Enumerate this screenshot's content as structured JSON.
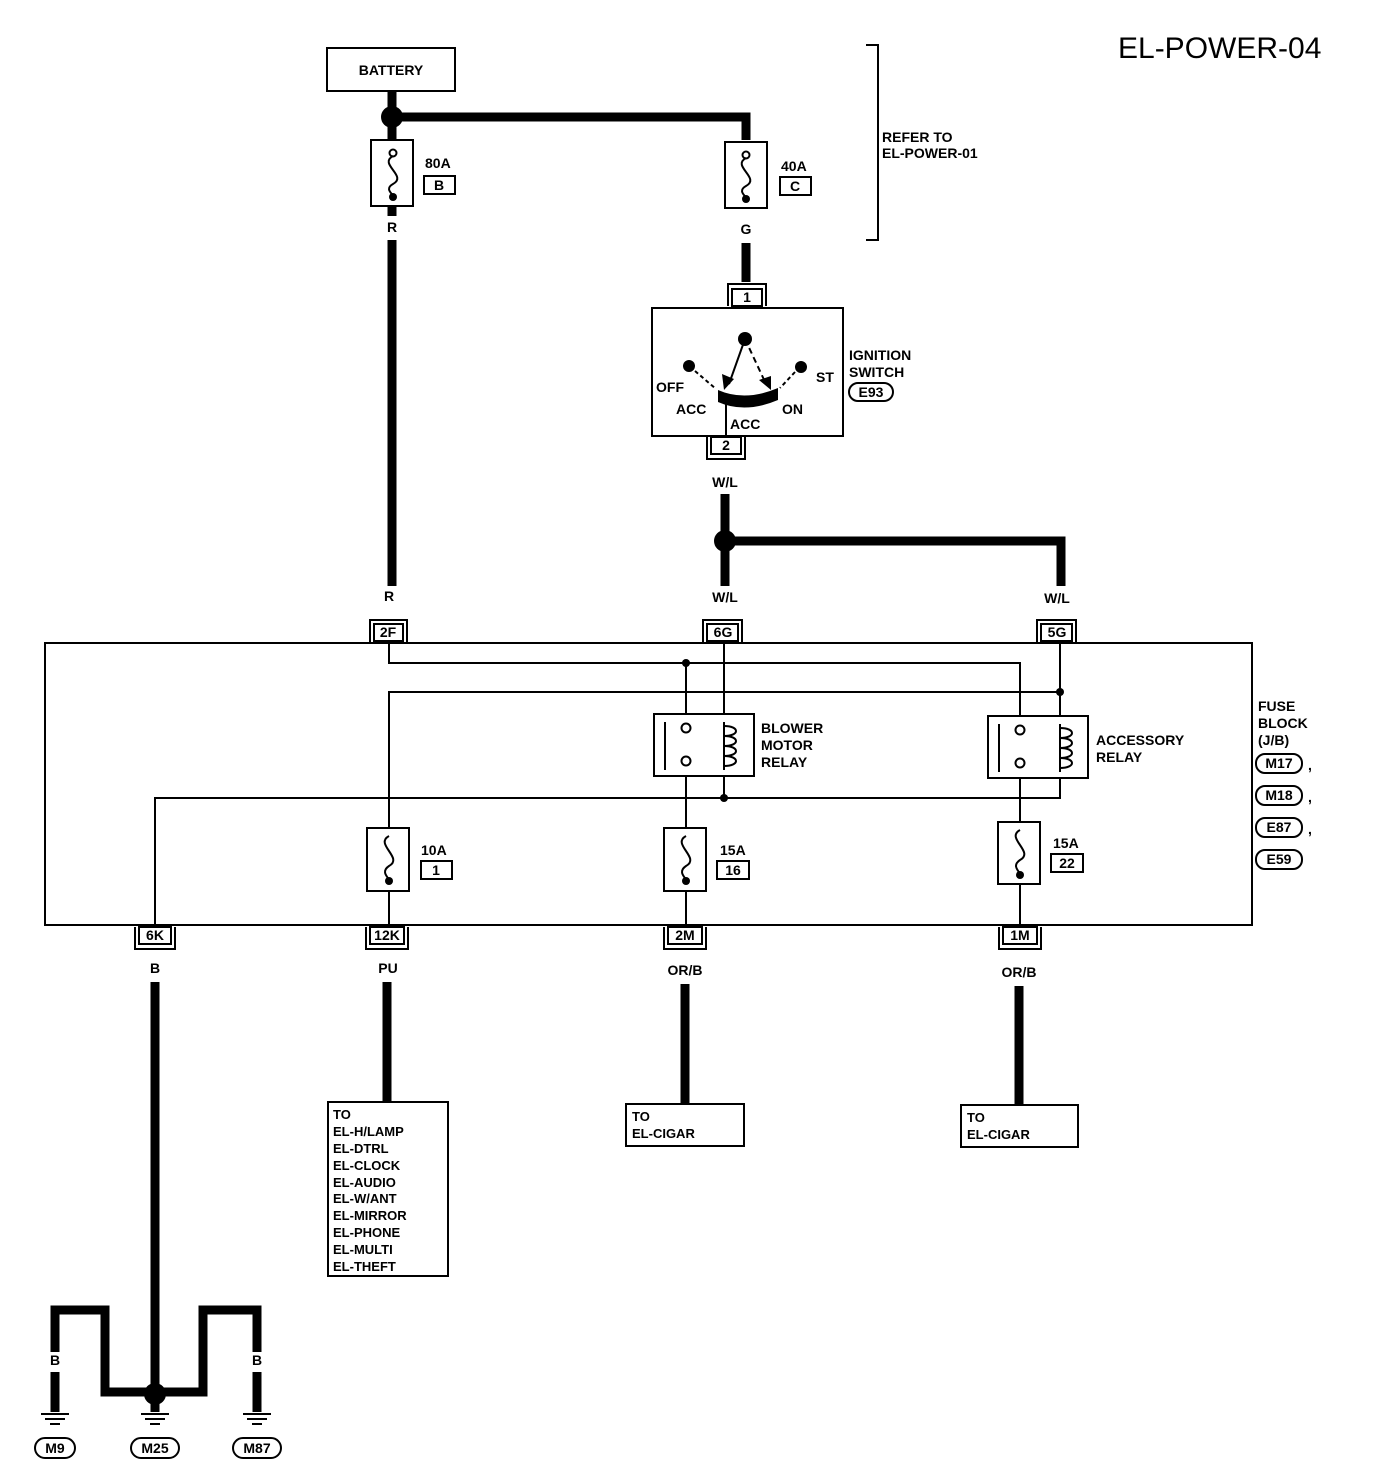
{
  "page_title": "EL-POWER-04",
  "reference": {
    "line1": "REFER TO",
    "line2": "EL-POWER-01"
  },
  "battery_label": "BATTERY",
  "fusible_links": [
    {
      "rating": "80A",
      "id": "B",
      "wire": "R"
    },
    {
      "rating": "40A",
      "id": "C",
      "wire": "G"
    }
  ],
  "ignition_switch": {
    "name_line1": "IGNITION",
    "name_line2": "SWITCH",
    "connector": "E93",
    "terminal_in": "1",
    "terminal_out": "2",
    "positions": {
      "off": "OFF",
      "acc_left": "ACC",
      "acc_bottom": "ACC",
      "on": "ON",
      "st": "ST"
    },
    "output_wire": "W/L"
  },
  "wires": {
    "r_top": "R",
    "wl_6g": "W/L",
    "wl_5g": "W/L",
    "b_6k": "B",
    "pu_12k": "PU",
    "orb_2m": "OR/B",
    "orb_1m": "OR/B"
  },
  "fuse_block": {
    "name_line1": "FUSE",
    "name_line2": "BLOCK",
    "name_line3": "(J/B)",
    "connectors": [
      "M17",
      "M18",
      "E87",
      "E59"
    ],
    "separator": ","
  },
  "terminals": {
    "t_2f": "2F",
    "t_6g": "6G",
    "t_5g": "5G",
    "t_6k": "6K",
    "t_12k": "12K",
    "t_2m": "2M",
    "t_1m": "1M"
  },
  "relays": {
    "blower": {
      "line1": "BLOWER",
      "line2": "MOTOR",
      "line3": "RELAY"
    },
    "accessory": {
      "line1": "ACCESSORY",
      "line2": "RELAY"
    }
  },
  "fuses": [
    {
      "rating": "10A",
      "number": "1"
    },
    {
      "rating": "15A",
      "number": "16"
    },
    {
      "rating": "15A",
      "number": "22"
    }
  ],
  "destinations": {
    "pu": [
      "TO",
      "EL-H/LAMP",
      "EL-DTRL",
      "EL-CLOCK",
      "EL-AUDIO",
      "EL-W/ANT",
      "EL-MIRROR",
      "EL-PHONE",
      "EL-MULTI",
      "EL-THEFT"
    ],
    "cigar_1": [
      "TO",
      "EL-CIGAR"
    ],
    "cigar_2": [
      "TO",
      "EL-CIGAR"
    ]
  },
  "grounds": {
    "wire_labels": [
      "B",
      "B",
      "B",
      "B",
      "B"
    ],
    "connectors": [
      "M9",
      "M25",
      "M87"
    ]
  }
}
